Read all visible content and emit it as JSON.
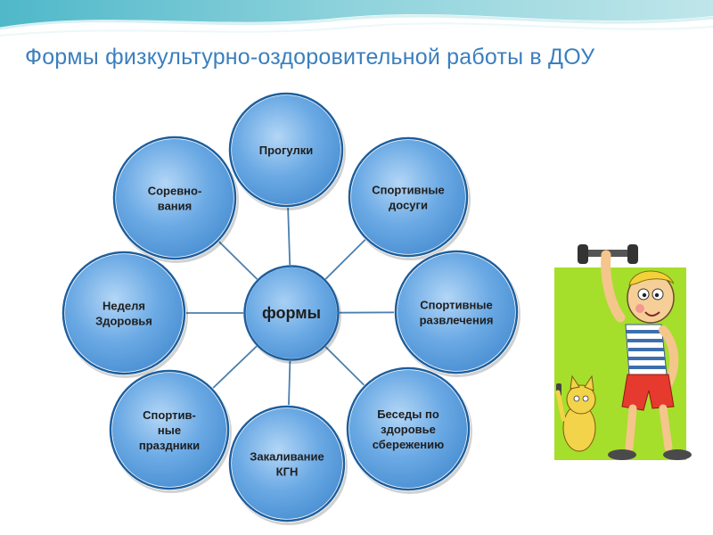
{
  "slide": {
    "title": "Формы физкультурно-оздоровительной работы в ДОУ"
  },
  "diagram": {
    "hub": {
      "label": "формы"
    },
    "nodes": [
      {
        "key": "walks",
        "lines": [
          "Прогулки"
        ]
      },
      {
        "key": "sport-leisure",
        "lines": [
          "Спортивные",
          "досуги"
        ]
      },
      {
        "key": "sport-entertainment",
        "lines": [
          "Спортивные",
          "развлечения"
        ]
      },
      {
        "key": "health-talks",
        "lines": [
          "Беседы по",
          "здоровье",
          "сбережению"
        ]
      },
      {
        "key": "hardening",
        "lines": [
          "Закаливание",
          "КГН"
        ]
      },
      {
        "key": "sport-holidays",
        "lines": [
          "Спортив-",
          "ные",
          "праздники"
        ]
      },
      {
        "key": "health-week",
        "lines": [
          "Неделя",
          "Здоровья"
        ]
      },
      {
        "key": "competitions",
        "lines": [
          "Соревно-",
          "вания"
        ]
      }
    ]
  },
  "colors": {
    "bubble_fill": "#6aa9e4",
    "bubble_fill_light": "#9fcaf2",
    "bubble_ring": "#1d5f9e",
    "connector": "#4a7fae",
    "title": "#3a7fbf",
    "illustration_bg": "#a6de2c"
  },
  "illustration": {
    "subject": "cartoon-athlete-with-dumbbell-and-cat"
  }
}
